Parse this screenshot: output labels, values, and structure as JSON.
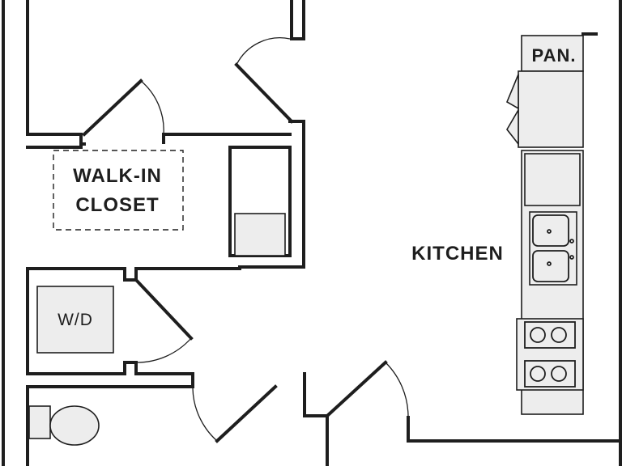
{
  "plan": {
    "labels": {
      "walk_in_line1": "WALK-IN",
      "walk_in_line2": "CLOSET",
      "kitchen": "KITCHEN",
      "pantry": "PAN.",
      "washer_dryer": "W/D"
    },
    "colors": {
      "wall": "#1e1e1e",
      "fixture_fill": "#ededed",
      "background": "#ffffff"
    }
  }
}
